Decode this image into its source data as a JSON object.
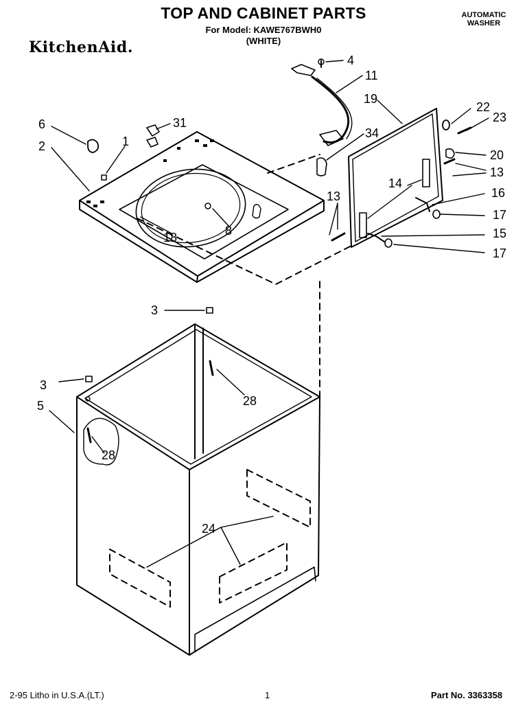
{
  "header": {
    "title": "TOP AND CABINET PARTS",
    "model": "For Model: KAWE767BWH0",
    "color": "(WHITE)",
    "category_line1": "AUTOMATIC",
    "category_line2": "WASHER",
    "brand": "KitchenAid."
  },
  "footer": {
    "date": "2-95 Litho in U.S.A.(LT.)",
    "page": "1",
    "part_no": "Part No. 3363358"
  },
  "callouts": {
    "c1": "1",
    "c2": "2",
    "c3a": "3",
    "c3b": "3",
    "c4": "4",
    "c5": "5",
    "c6": "6",
    "c8": "8",
    "c11": "11",
    "c13a": "13",
    "c13b": "13",
    "c14": "14",
    "c15": "15",
    "c16": "16",
    "c17a": "17",
    "c17b": "17",
    "c18": "18",
    "c19": "19",
    "c20": "20",
    "c22": "22",
    "c23": "23",
    "c24": "24",
    "c28a": "28",
    "c28b": "28",
    "c31": "31",
    "c34": "34"
  }
}
